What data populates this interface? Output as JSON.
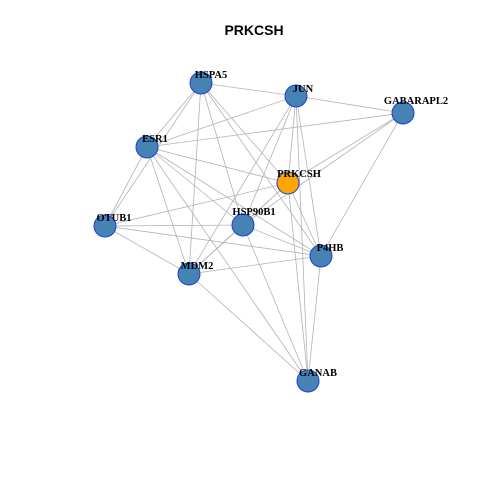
{
  "title": "PRKCSH",
  "colors": {
    "node_fill": "#4682b4",
    "node_stroke": "#1f3fd6",
    "center_fill": "#ffa500",
    "edge": "#b3b3b3"
  },
  "nodes": [
    {
      "id": "HSPA5",
      "label": "HSPA5",
      "center": false
    },
    {
      "id": "JUN",
      "label": "JUN",
      "center": false
    },
    {
      "id": "GABARAPL2",
      "label": "GABARAPL2",
      "center": false
    },
    {
      "id": "ESR1",
      "label": "ESR1",
      "center": false
    },
    {
      "id": "PRKCSH",
      "label": "PRKCSH",
      "center": true
    },
    {
      "id": "OTUB1",
      "label": "OTUB1",
      "center": false
    },
    {
      "id": "HSP90B1",
      "label": "HSP90B1",
      "center": false
    },
    {
      "id": "P4HB",
      "label": "P4HB",
      "center": false
    },
    {
      "id": "MDM2",
      "label": "MDM2",
      "center": false
    },
    {
      "id": "GANAB",
      "label": "GANAB",
      "center": false
    }
  ],
  "edges": [
    [
      "HSPA5",
      "JUN"
    ],
    [
      "HSPA5",
      "ESR1"
    ],
    [
      "HSPA5",
      "OTUB1"
    ],
    [
      "HSPA5",
      "PRKCSH"
    ],
    [
      "HSPA5",
      "HSP90B1"
    ],
    [
      "HSPA5",
      "MDM2"
    ],
    [
      "HSPA5",
      "P4HB"
    ],
    [
      "JUN",
      "GABARAPL2"
    ],
    [
      "JUN",
      "ESR1"
    ],
    [
      "JUN",
      "PRKCSH"
    ],
    [
      "JUN",
      "HSP90B1"
    ],
    [
      "JUN",
      "MDM2"
    ],
    [
      "JUN",
      "P4HB"
    ],
    [
      "JUN",
      "GANAB"
    ],
    [
      "GABARAPL2",
      "ESR1"
    ],
    [
      "GABARAPL2",
      "PRKCSH"
    ],
    [
      "GABARAPL2",
      "HSP90B1"
    ],
    [
      "GABARAPL2",
      "P4HB"
    ],
    [
      "ESR1",
      "OTUB1"
    ],
    [
      "ESR1",
      "PRKCSH"
    ],
    [
      "ESR1",
      "HSP90B1"
    ],
    [
      "ESR1",
      "MDM2"
    ],
    [
      "ESR1",
      "P4HB"
    ],
    [
      "ESR1",
      "GANAB"
    ],
    [
      "PRKCSH",
      "OTUB1"
    ],
    [
      "PRKCSH",
      "HSP90B1"
    ],
    [
      "PRKCSH",
      "MDM2"
    ],
    [
      "PRKCSH",
      "P4HB"
    ],
    [
      "PRKCSH",
      "GANAB"
    ],
    [
      "OTUB1",
      "HSP90B1"
    ],
    [
      "OTUB1",
      "MDM2"
    ],
    [
      "OTUB1",
      "P4HB"
    ],
    [
      "HSP90B1",
      "MDM2"
    ],
    [
      "HSP90B1",
      "P4HB"
    ],
    [
      "HSP90B1",
      "GANAB"
    ],
    [
      "MDM2",
      "P4HB"
    ],
    [
      "MDM2",
      "GANAB"
    ],
    [
      "P4HB",
      "GANAB"
    ]
  ]
}
